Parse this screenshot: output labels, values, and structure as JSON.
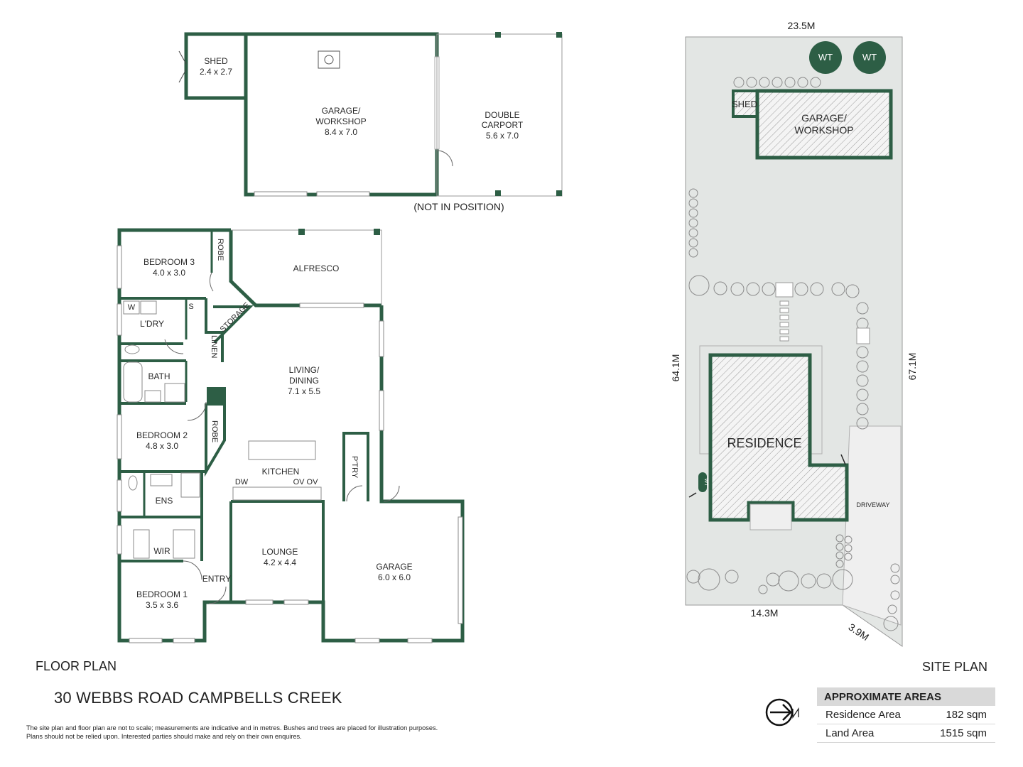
{
  "outbuilding": {
    "shed": {
      "name": "SHED",
      "size": "2.4 x 2.7"
    },
    "garage_workshop": {
      "line1": "GARAGE/",
      "line2": "WORKSHOP",
      "size": "8.4 x 7.0"
    },
    "carport": {
      "line1": "DOUBLE",
      "line2": "CARPORT",
      "size": "5.6 x 7.0"
    },
    "note": "(NOT IN POSITION)"
  },
  "house": {
    "bedroom3": {
      "name": "BEDROOM 3",
      "size": "4.0 x 3.0"
    },
    "robe_top": "ROBE",
    "alfresco": "ALFRESCO",
    "laundry": "L'DRY",
    "laundry_w": "W",
    "laundry_s": "S",
    "storage": "STORAGE",
    "linen": "LINEN",
    "bath": "BATH",
    "living": {
      "line1": "LIVING/",
      "line2": "DINING",
      "size": "7.1 x 5.5"
    },
    "bedroom2": {
      "name": "BEDROOM 2",
      "size": "4.8 x 3.0"
    },
    "robe_mid": "ROBE",
    "kitchen": "KITCHEN",
    "pantry": "P'TRY",
    "dw": "DW",
    "ov": "OV OV",
    "ensuite": "ENS",
    "wir": "WIR",
    "lounge": {
      "name": "LOUNGE",
      "size": "4.2 x 4.4"
    },
    "garage": {
      "name": "GARAGE",
      "size": "6.0 x 6.0"
    },
    "bedroom1": {
      "name": "BEDROOM 1",
      "size": "3.5 x 3.6"
    },
    "entry": "ENTRY"
  },
  "site": {
    "top_dim": "23.5M",
    "left_dim": "64.1M",
    "right_dim": "67.1M",
    "bottom_dim": "14.3M",
    "corner_dim": "3.9M",
    "water_tank": "WT",
    "shed": "SHED",
    "garage_line1": "GARAGE/",
    "garage_line2": "WORKSHOP",
    "residence": "RESIDENCE",
    "driveway": "DRIVEWAY",
    "wt_small": "WT"
  },
  "titles": {
    "floor_plan": "FLOOR PLAN",
    "site_plan": "SITE PLAN",
    "address": "30 WEBBS ROAD CAMPBELLS CREEK",
    "disclaimer_line1": "The site plan and floor plan are not to scale; measurements are indicative and in metres. Bushes and trees are placed for illustration purposes.",
    "disclaimer_line2": "Plans should not be relied upon. Interested parties should make and rely on their own enquires."
  },
  "areas": {
    "heading": "APPROXIMATE AREAS",
    "rows": [
      {
        "label": "Residence Area",
        "value": "182 sqm"
      },
      {
        "label": "Land Area",
        "value": "1515 sqm"
      }
    ]
  },
  "colors": {
    "wall": "#2d5e45",
    "site_fill": "#e3e6e4",
    "tree": "#2d5e45"
  }
}
